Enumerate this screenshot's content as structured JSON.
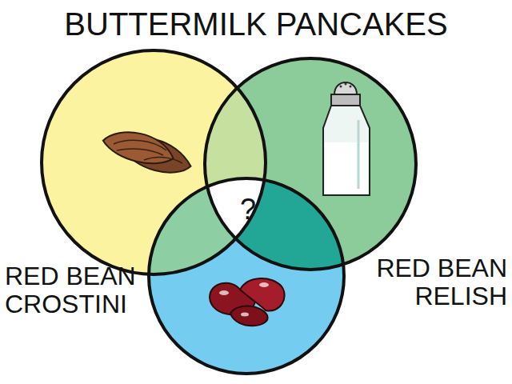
{
  "diagram": {
    "labels": [
      "BUTTERMILK PANCAKES",
      "RED BEAN CROSTINI",
      "RED BEAN RELISH",
      "?"
    ]
  }
}
